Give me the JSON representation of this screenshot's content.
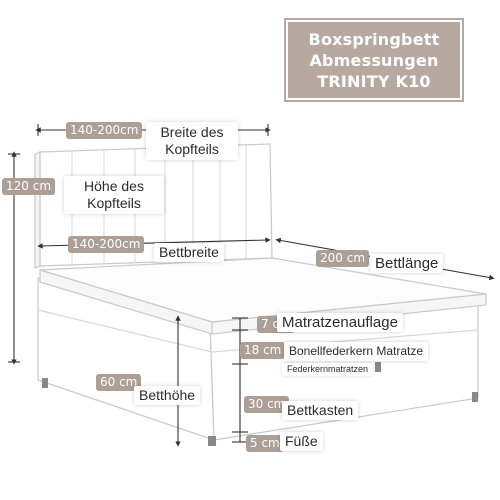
{
  "title": {
    "line1": "Boxspringbett",
    "line2": "Abmessungen",
    "line3": "TRINITY K10"
  },
  "colors": {
    "accent": "#ac9f95",
    "title_bg": "#b7a99f",
    "line": "#333333"
  },
  "dimensions": {
    "headboard_width": {
      "value": "140-200cm",
      "label_line1": "Breite des",
      "label_line2": "Kopfteils"
    },
    "headboard_height": {
      "value": "120 cm",
      "label_line1": "Höhe des",
      "label_line2": "Kopfteils"
    },
    "bed_width": {
      "value": "140-200cm",
      "label": "Bettbreite"
    },
    "bed_length": {
      "value": "200 cm",
      "label": "Bettlänge"
    },
    "bed_height": {
      "value": "60 cm",
      "label": "Betthöhe"
    },
    "mattress_topper": {
      "value": "7 cm",
      "label": "Matratzenauflage"
    },
    "mattress": {
      "value": "18 cm",
      "label": "Bonellfederkern Matratze",
      "sublabel": "Federkernmatratzen"
    },
    "box": {
      "value": "30 cm",
      "label": "Bettkasten"
    },
    "feet": {
      "value": "5 cm",
      "label": "Füße"
    }
  }
}
